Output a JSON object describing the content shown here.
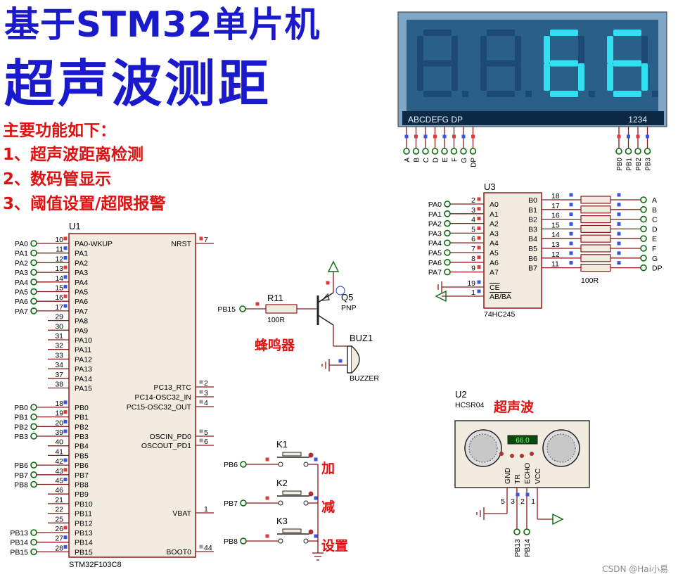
{
  "title_line1": "基于STM32单片机",
  "title_line2": "超声波测距",
  "features": [
    "主要功能如下：",
    "1、超声波距离检测",
    "2、数码管显示",
    "3、阈值设置/超限报警"
  ],
  "display": {
    "digits": [
      "",
      "",
      "6",
      "6"
    ],
    "segment_label": "ABCDEFG DP",
    "digit_label": "1234",
    "segment_pins": [
      "A",
      "B",
      "C",
      "D",
      "E",
      "F",
      "G",
      "DP"
    ],
    "digit_pins": [
      "PB0",
      "PB1",
      "PB2",
      "PB3"
    ]
  },
  "mcu": {
    "ref": "U1",
    "part": "STM32F103C8",
    "left_pins": [
      {
        "num": "10",
        "name": "PA0-WKUP",
        "net": "PA0"
      },
      {
        "num": "11",
        "name": "PA1",
        "net": "PA1"
      },
      {
        "num": "12",
        "name": "PA2",
        "net": "PA2"
      },
      {
        "num": "13",
        "name": "PA3",
        "net": "PA3"
      },
      {
        "num": "14",
        "name": "PA4",
        "net": "PA4"
      },
      {
        "num": "15",
        "name": "PA5",
        "net": "PA5"
      },
      {
        "num": "16",
        "name": "PA6",
        "net": "PA6"
      },
      {
        "num": "17",
        "name": "PA7",
        "net": "PA7"
      },
      {
        "num": "29",
        "name": "PA8",
        "net": ""
      },
      {
        "num": "30",
        "name": "PA9",
        "net": ""
      },
      {
        "num": "31",
        "name": "PA10",
        "net": ""
      },
      {
        "num": "32",
        "name": "PA11",
        "net": ""
      },
      {
        "num": "33",
        "name": "PA12",
        "net": ""
      },
      {
        "num": "34",
        "name": "PA13",
        "net": ""
      },
      {
        "num": "37",
        "name": "PA14",
        "net": ""
      },
      {
        "num": "38",
        "name": "PA15",
        "net": ""
      },
      {
        "num": "",
        "name": "",
        "net": ""
      },
      {
        "num": "18",
        "name": "PB0",
        "net": "PB0"
      },
      {
        "num": "19",
        "name": "PB1",
        "net": "PB1"
      },
      {
        "num": "20",
        "name": "PB2",
        "net": "PB2"
      },
      {
        "num": "39",
        "name": "PB3",
        "net": "PB3"
      },
      {
        "num": "40",
        "name": "PB4",
        "net": ""
      },
      {
        "num": "41",
        "name": "PB5",
        "net": ""
      },
      {
        "num": "42",
        "name": "PB6",
        "net": "PB6"
      },
      {
        "num": "43",
        "name": "PB7",
        "net": "PB7"
      },
      {
        "num": "45",
        "name": "PB8",
        "net": "PB8"
      },
      {
        "num": "46",
        "name": "PB9",
        "net": ""
      },
      {
        "num": "21",
        "name": "PB10",
        "net": ""
      },
      {
        "num": "22",
        "name": "PB11",
        "net": ""
      },
      {
        "num": "25",
        "name": "PB12",
        "net": ""
      },
      {
        "num": "26",
        "name": "PB13",
        "net": "PB13"
      },
      {
        "num": "27",
        "name": "PB14",
        "net": "PB14"
      },
      {
        "num": "28",
        "name": "PB15",
        "net": "PB15"
      }
    ],
    "right_pins": [
      {
        "num": "7",
        "name": "NRST"
      },
      {
        "num": "2",
        "name": "PC13_RTC"
      },
      {
        "num": "3",
        "name": "PC14-OSC32_IN"
      },
      {
        "num": "4",
        "name": "PC15-OSC32_OUT"
      },
      {
        "num": "5",
        "name": "OSCIN_PD0"
      },
      {
        "num": "6",
        "name": "OSCOUT_PD1"
      },
      {
        "num": "1",
        "name": "VBAT"
      },
      {
        "num": "44",
        "name": "BOOT0"
      }
    ]
  },
  "buffer": {
    "ref": "U3",
    "part": "74HC245",
    "a_pins": [
      {
        "num": "2",
        "name": "A0",
        "net": "PA0"
      },
      {
        "num": "3",
        "name": "A1",
        "net": "PA1"
      },
      {
        "num": "4",
        "name": "A2",
        "net": "PA2"
      },
      {
        "num": "5",
        "name": "A3",
        "net": "PA3"
      },
      {
        "num": "6",
        "name": "A4",
        "net": "PA4"
      },
      {
        "num": "7",
        "name": "A5",
        "net": "PA5"
      },
      {
        "num": "8",
        "name": "A6",
        "net": "PA6"
      },
      {
        "num": "9",
        "name": "A7",
        "net": "PA7"
      }
    ],
    "b_pins": [
      {
        "num": "18",
        "name": "B0",
        "net": "A"
      },
      {
        "num": "17",
        "name": "B1",
        "net": "B"
      },
      {
        "num": "16",
        "name": "B2",
        "net": "C"
      },
      {
        "num": "15",
        "name": "B3",
        "net": "D"
      },
      {
        "num": "14",
        "name": "B4",
        "net": "E"
      },
      {
        "num": "13",
        "name": "B5",
        "net": "F"
      },
      {
        "num": "12",
        "name": "B6",
        "net": "G"
      },
      {
        "num": "11",
        "name": "B7",
        "net": "DP"
      }
    ],
    "ctrl_pins": [
      {
        "num": "19",
        "name": "CE"
      },
      {
        "num": "1",
        "name": "AB/BA"
      }
    ],
    "resistor_label": "100R"
  },
  "buzzer_circuit": {
    "resistor_ref": "R11",
    "resistor_value": "100R",
    "input_net": "PB15",
    "transistor_ref": "Q5",
    "transistor_type": "PNP",
    "buzzer_ref": "BUZ1",
    "buzzer_part": "BUZZER",
    "label": "蜂鸣器"
  },
  "sensor": {
    "ref": "U2",
    "part": "HCSR04",
    "label": "超声波",
    "lcd_value": "66.0",
    "pin_names": [
      "GND",
      "TR",
      "ECHO",
      "VCC"
    ],
    "pin_nums": [
      "5",
      "3",
      "2",
      "1"
    ],
    "nets": [
      "PB13",
      "PB14"
    ]
  },
  "keys": [
    {
      "ref": "K1",
      "net": "PB6",
      "label": "加"
    },
    {
      "ref": "K2",
      "net": "PB7",
      "label": "减"
    },
    {
      "ref": "K3",
      "net": "PB8",
      "label": "设置"
    }
  ],
  "watermark": "CSDN @Hai小易",
  "colors": {
    "wire": "#8b1a1a",
    "component_fill": "#f2ebe0",
    "title_blue": "#1a1acc",
    "label_red": "#e01010",
    "display_bg": "#2a5f8a",
    "segment_on": "#30e0f0",
    "terminal_green": "#0a6a0a"
  }
}
